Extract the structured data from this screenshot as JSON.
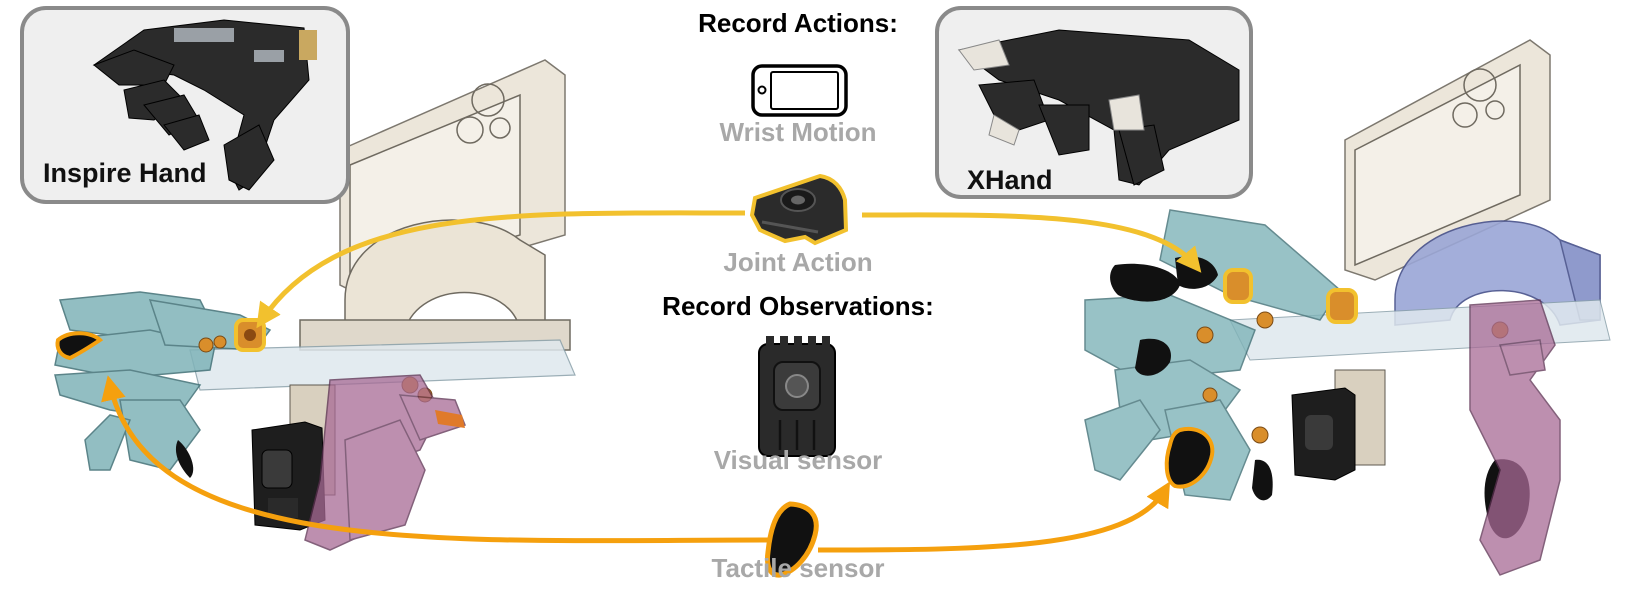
{
  "left_hand": {
    "label": "Inspire Hand"
  },
  "right_hand": {
    "label": "XHand"
  },
  "record_actions": {
    "heading": "Record Actions:",
    "items": [
      "Wrist Motion",
      "Joint Action"
    ]
  },
  "record_observations": {
    "heading": "Record Observations:",
    "items": [
      "Visual sensor",
      "Tactile sensor"
    ]
  },
  "colors": {
    "joint_arrow": "#f2c12e",
    "tactile_arrow": "#f5a00e",
    "frame": "#8a8a8a",
    "beige_mount": "#e9e1d2",
    "teal_parts": "#7fb3b8",
    "purple_parts": "#a86a95",
    "blue_mount": "#9aa6d6",
    "label_gray": "#a8a8a8"
  },
  "icons": [
    "phone-icon",
    "joint-encoder-icon",
    "camera-sensor-icon",
    "tactile-pad-icon"
  ]
}
